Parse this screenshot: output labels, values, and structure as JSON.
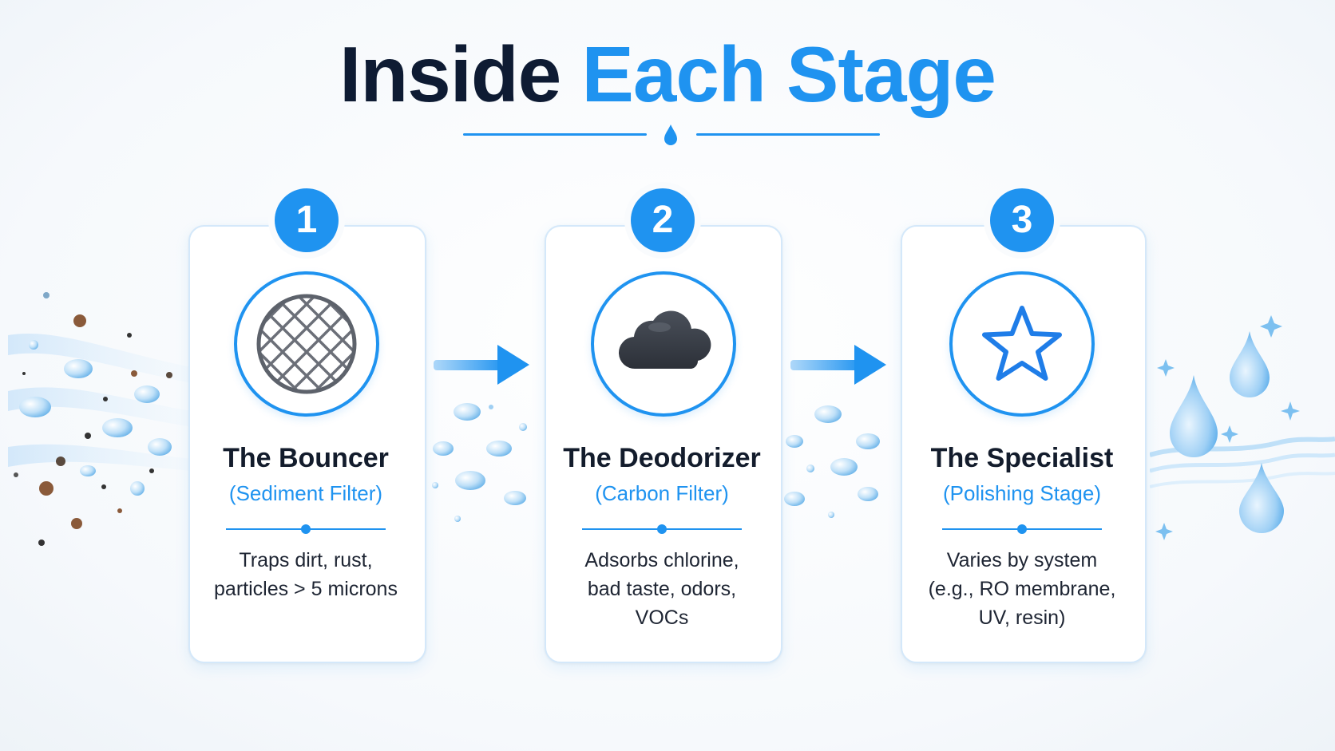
{
  "title": {
    "part1": "Inside",
    "part2": "Each Stage"
  },
  "colors": {
    "accent": "#1f93f0",
    "dark": "#0e1b33",
    "card_border": "#d4e8fa",
    "icon_dark": "#3a3f48"
  },
  "stages": [
    {
      "number": "1",
      "icon": "mesh-filter-icon",
      "title": "The Bouncer",
      "subtitle": "(Sediment Filter)",
      "description": [
        "Traps dirt, rust,",
        "particles > 5 microns"
      ]
    },
    {
      "number": "2",
      "icon": "cloud-icon",
      "title": "The Deodorizer",
      "subtitle": "(Carbon Filter)",
      "description": [
        "Adsorbs chlorine,",
        "bad taste, odors,",
        "VOCs"
      ]
    },
    {
      "number": "3",
      "icon": "star-icon",
      "title": "The Specialist",
      "subtitle": "(Polishing Stage)",
      "description": [
        "Varies by system",
        "(e.g., RO membrane,",
        "UV, resin)"
      ]
    }
  ]
}
